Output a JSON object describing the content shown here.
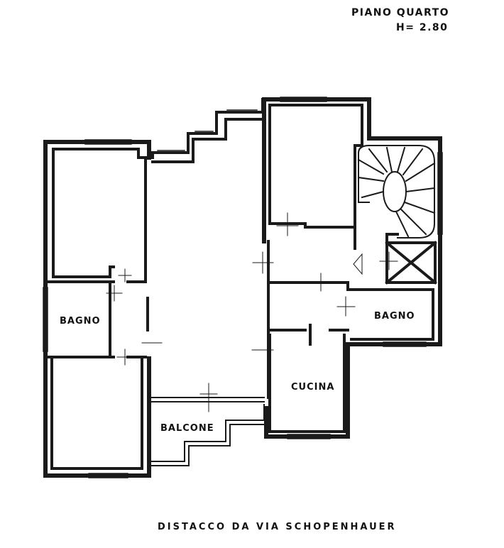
{
  "header": {
    "floor": "PIANO QUARTO",
    "height": "H= 2.80"
  },
  "rooms": {
    "bagno_left": "BAGNO",
    "bagno_right": "BAGNO",
    "cucina": "CUCINA",
    "balcone": "BALCONE"
  },
  "footer": {
    "street": "DISTACCO   DA  VIA  SCHOPENHAUER"
  },
  "colors": {
    "wall": "#1a1a1a",
    "background": "#ffffff"
  }
}
